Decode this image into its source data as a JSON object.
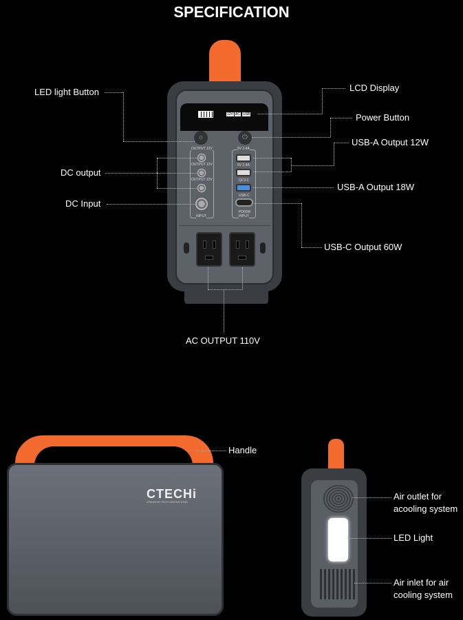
{
  "title": "SPECIFICATION",
  "front_labels": {
    "led_button": "LED light Button",
    "lcd": "LCD Display",
    "power": "Power Button",
    "usb_a_12": "USB-A Output 12W",
    "dc_output": "DC output",
    "usb_a_18": "USB-A Output 18W",
    "dc_input": "DC Input",
    "usb_c": "USB-C Output 60W",
    "ac": "AC OUTPUT 110V"
  },
  "panel_text": {
    "out1": "OUTPUT 12V",
    "out2": "OUTPUT 12V",
    "out3": "OUTPUT 12V",
    "input": "INPUT",
    "usb1": "5V 2.4A",
    "usb2": "5V 2.4A",
    "qc": "QC3.0",
    "usbc": "USB-C",
    "pd": "PD60W",
    "pd_input": "INPUT",
    "lcd_icons": [
      "12V",
      "AC",
      "USB"
    ]
  },
  "side_labels": {
    "handle": "Handle",
    "air_outlet_1": "Air outlet for",
    "air_outlet_2": "acooling system",
    "led_light": "LED Light",
    "air_inlet_1": "Air inlet for air",
    "air_inlet_2": "cooling system"
  },
  "brand": {
    "logo": "CTECHi",
    "tagline": "CREATIVE TECH INNOVATIONS"
  },
  "colors": {
    "accent": "#f26a2e",
    "body": "#5d6168"
  }
}
